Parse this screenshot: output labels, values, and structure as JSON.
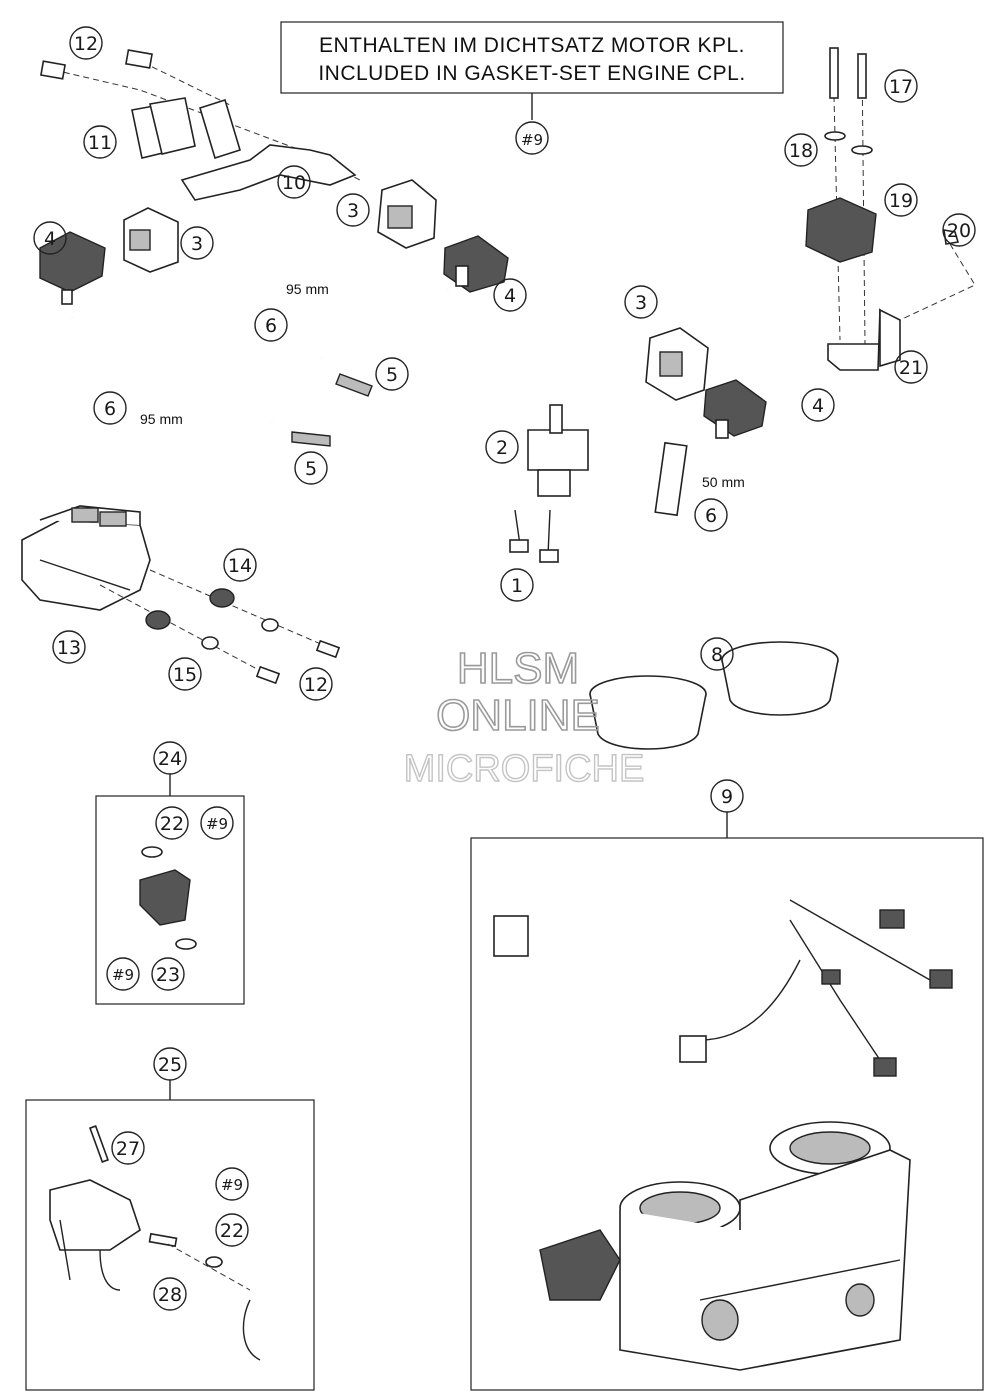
{
  "note": {
    "line1": "ENTHALTEN IM DICHTSATZ MOTOR KPL.",
    "line2": "INCLUDED IN GASKET-SET ENGINE CPL."
  },
  "measurements": {
    "hose_a": "95 mm",
    "hose_b": "95 mm",
    "hose_c": "50 mm"
  },
  "watermark": {
    "line1": "HLSM",
    "line2": "ONLINE",
    "line3": "MICROFICHE"
  },
  "callouts": {
    "c1": "1",
    "c2": "2",
    "c3a": "3",
    "c3b": "3",
    "c3c": "3",
    "c4a": "4",
    "c4b": "4",
    "c4c": "4",
    "c5a": "5",
    "c5b": "5",
    "c6a": "6",
    "c6b": "6",
    "c6c": "6",
    "c8": "8",
    "c9": "9",
    "c9ref": "#9",
    "c10": "10",
    "c11": "11",
    "c12a": "12",
    "c12b": "12",
    "c13": "13",
    "c14": "14",
    "c15": "15",
    "c17": "17",
    "c18": "18",
    "c19": "19",
    "c20": "20",
    "c21": "21",
    "c24": "24",
    "c22a": "22",
    "c9b": "#9",
    "c9c": "#9",
    "c23": "23",
    "c25": "25",
    "c27": "27",
    "c9d": "#9",
    "c22b": "22",
    "c28": "28"
  }
}
